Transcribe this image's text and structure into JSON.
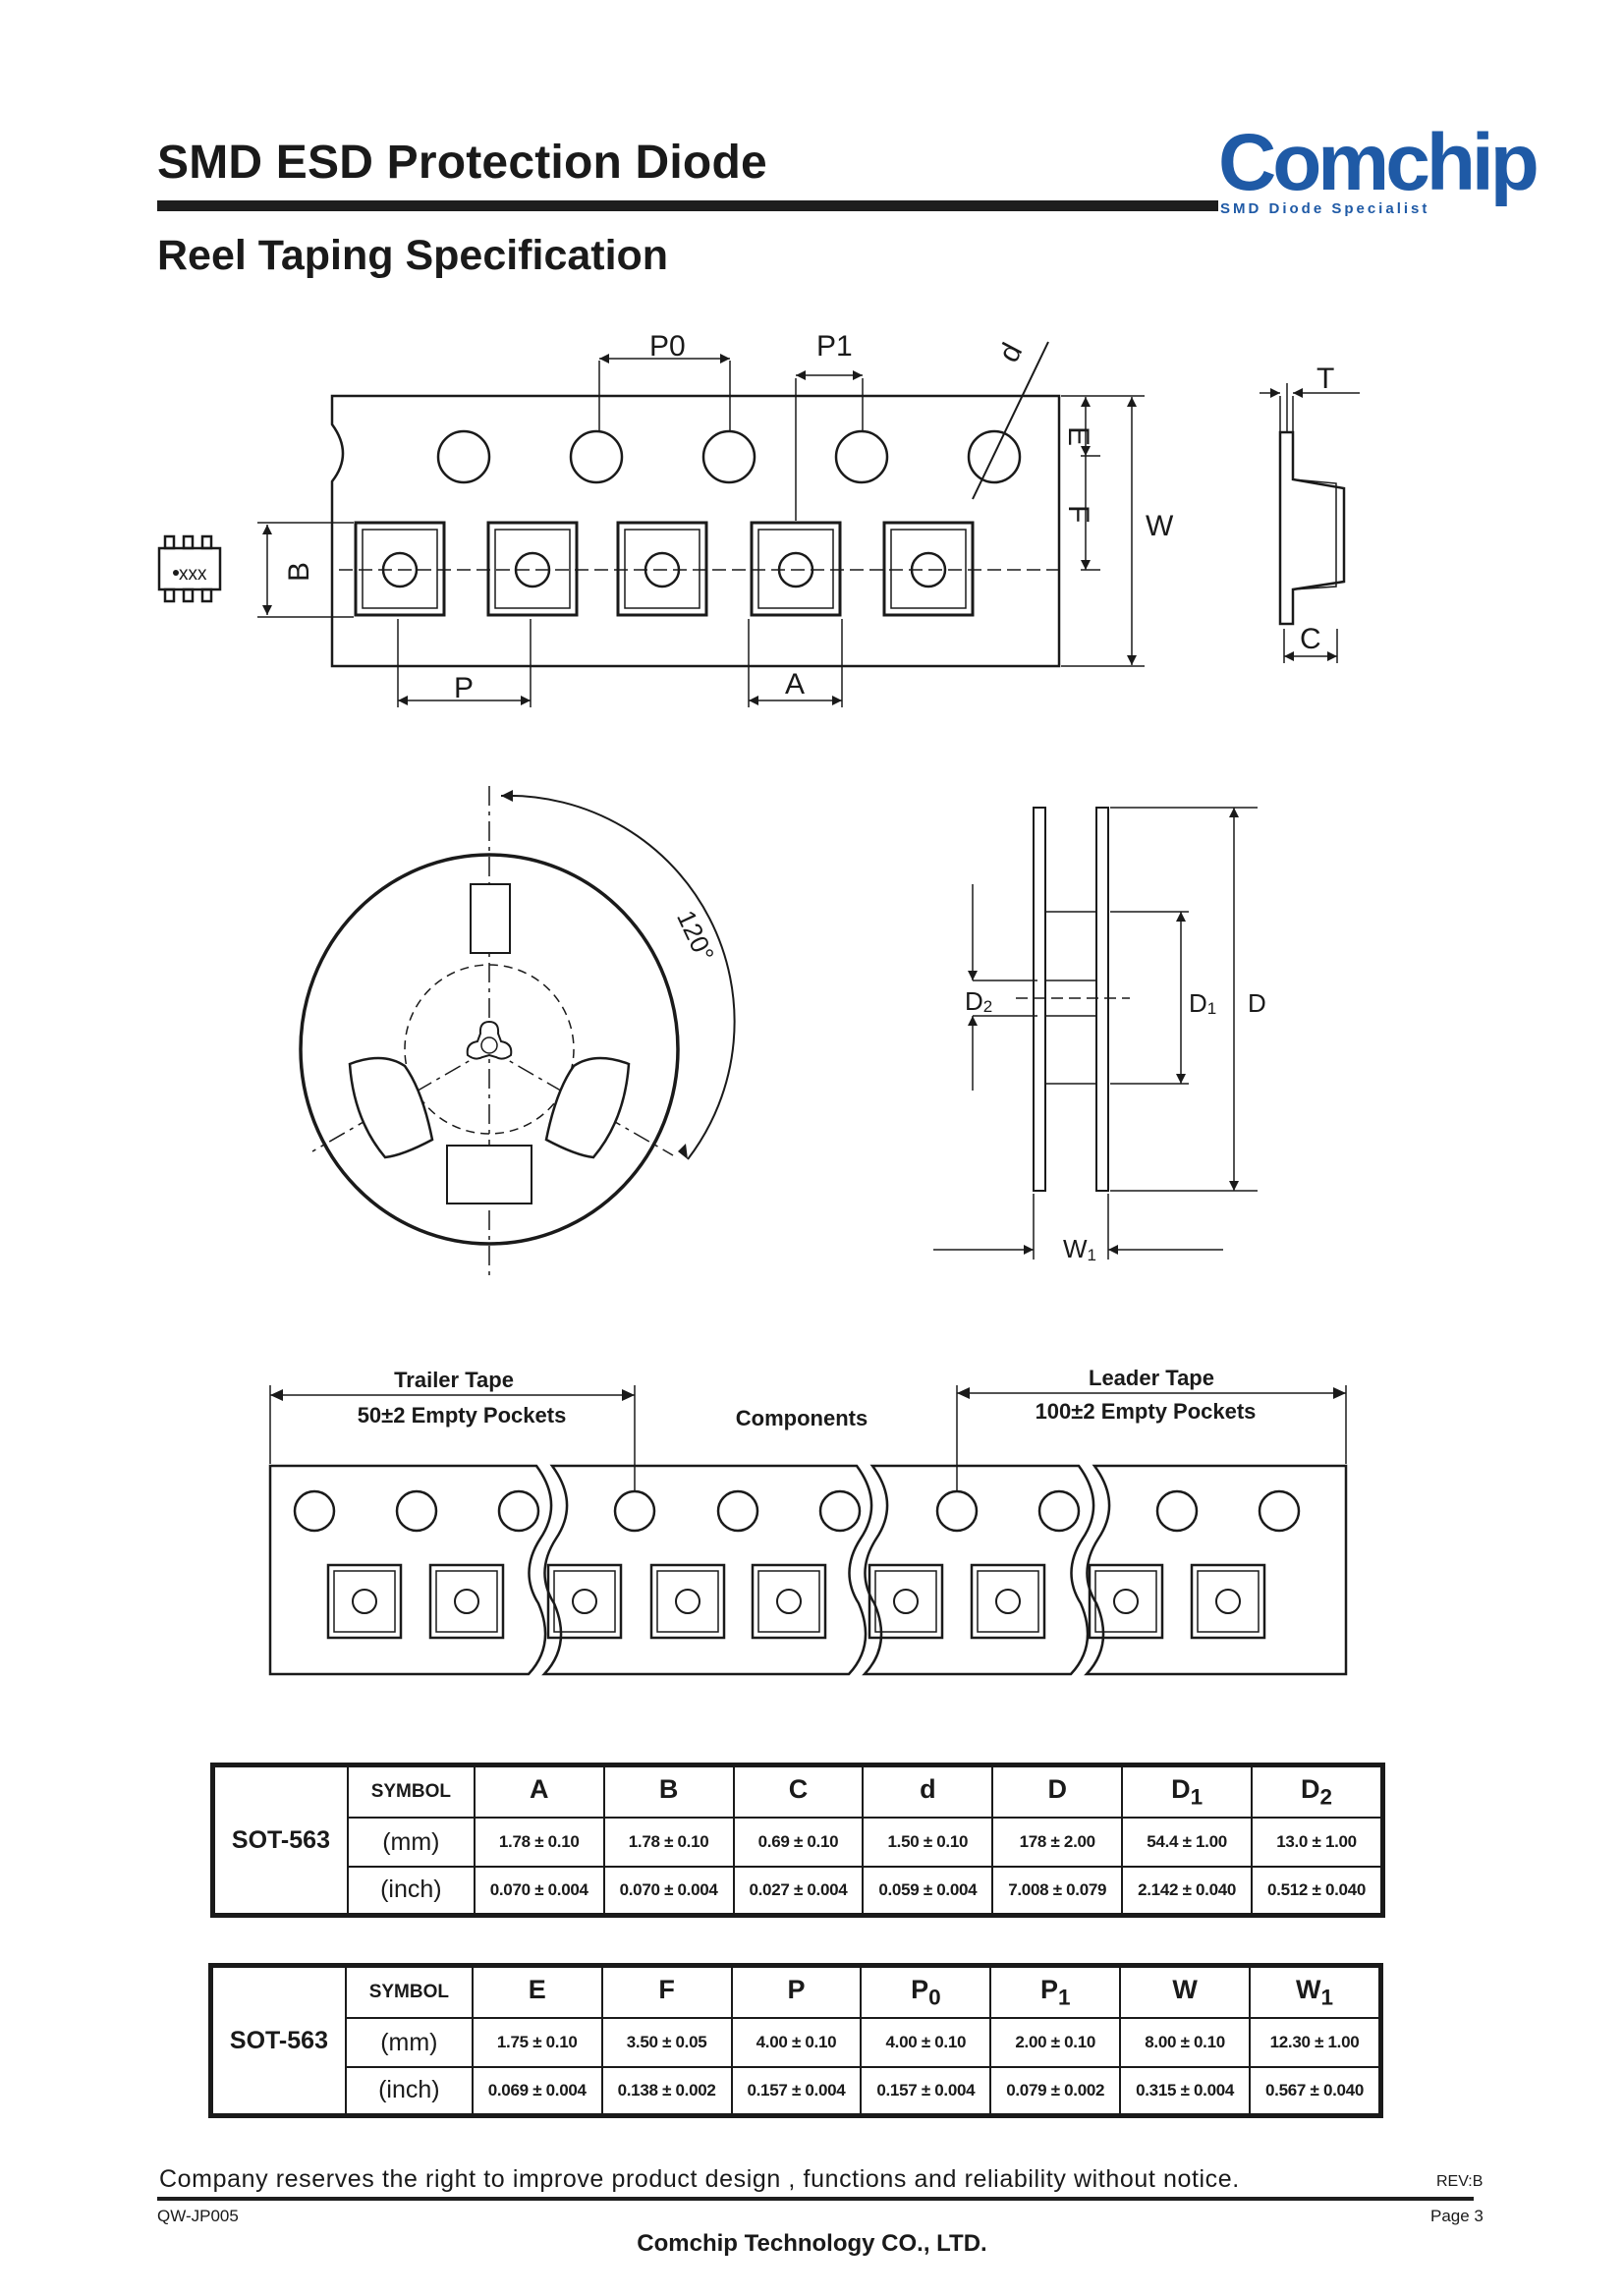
{
  "header": {
    "title": "SMD ESD Protection Diode",
    "subtitle": "Reel Taping Specification",
    "logo": {
      "word": "Comchip",
      "tagline": "SMD Diode Specialist",
      "color": "#1f5aa6"
    }
  },
  "tape_diagram": {
    "labels": {
      "p0": "P0",
      "p1": "P1",
      "d": "d",
      "t": "T",
      "e": "E",
      "f": "F",
      "w": "W",
      "b": "B",
      "p": "P",
      "a": "A",
      "c": "C"
    },
    "marking": "xxx"
  },
  "reel_diagram": {
    "angle": "120°",
    "labels": {
      "d2_main": "D",
      "d2_sub": "2",
      "d1_main": "D",
      "d1_sub": "1",
      "d": "D",
      "w1_main": "W",
      "w1_sub": "1"
    }
  },
  "leader_trailer": {
    "trailer_title": "Trailer Tape",
    "trailer_count": "50±2 Empty Pockets",
    "components": "Components",
    "leader_title": "Leader Tape",
    "leader_count": "100±2 Empty Pockets"
  },
  "table1": {
    "series": "SOT-563",
    "symbol_label": "SYMBOL",
    "unit_mm": "(mm)",
    "unit_inch": "(inch)",
    "columns": [
      {
        "main": "A",
        "sub": ""
      },
      {
        "main": "B",
        "sub": ""
      },
      {
        "main": "C",
        "sub": ""
      },
      {
        "main": "d",
        "sub": ""
      },
      {
        "main": "D",
        "sub": ""
      },
      {
        "main": "D",
        "sub": "1"
      },
      {
        "main": "D",
        "sub": "2"
      }
    ],
    "mm": [
      "1.78 ± 0.10",
      "1.78 ± 0.10",
      "0.69 ± 0.10",
      "1.50 ± 0.10",
      "178 ± 2.00",
      "54.4 ± 1.00",
      "13.0 ± 1.00"
    ],
    "inch": [
      "0.070 ± 0.004",
      "0.070 ± 0.004",
      "0.027 ± 0.004",
      "0.059 ± 0.004",
      "7.008 ± 0.079",
      "2.142 ± 0.040",
      "0.512 ± 0.040"
    ]
  },
  "table2": {
    "series": "SOT-563",
    "symbol_label": "SYMBOL",
    "unit_mm": "(mm)",
    "unit_inch": "(inch)",
    "columns": [
      {
        "main": "E",
        "sub": ""
      },
      {
        "main": "F",
        "sub": ""
      },
      {
        "main": "P",
        "sub": ""
      },
      {
        "main": "P",
        "sub": "0"
      },
      {
        "main": "P",
        "sub": "1"
      },
      {
        "main": "W",
        "sub": ""
      },
      {
        "main": "W",
        "sub": "1"
      }
    ],
    "mm": [
      "1.75 ± 0.10",
      "3.50 ± 0.05",
      "4.00 ± 0.10",
      "4.00 ± 0.10",
      "2.00 ± 0.10",
      "8.00 ± 0.10",
      "12.30 ± 1.00"
    ],
    "inch": [
      "0.069 ± 0.004",
      "0.138 ± 0.002",
      "0.157 ± 0.004",
      "0.157 ± 0.004",
      "0.079 ± 0.002",
      "0.315 ± 0.004",
      "0.567 ± 0.040"
    ]
  },
  "footer": {
    "notice": "Company reserves the right to improve product design , functions and reliability without notice.",
    "rev": "REV:B",
    "doc_code": "QW-JP005",
    "page": "Page 3",
    "company": "Comchip Technology CO., LTD."
  }
}
